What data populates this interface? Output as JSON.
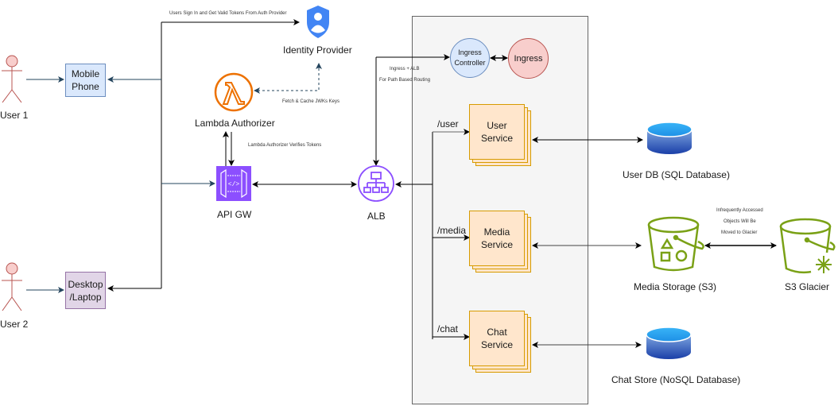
{
  "actors": [
    {
      "label": "User 1"
    },
    {
      "label": "User 2"
    }
  ],
  "devices": [
    {
      "label_line1": "Mobile",
      "label_line2": "Phone"
    },
    {
      "label_line1": "Desktop",
      "label_line2": "/Laptop"
    }
  ],
  "identity_provider": {
    "label": "Identity Provider"
  },
  "lambda_authorizer": {
    "label": "Lambda Authorizer"
  },
  "api_gateway": {
    "label": "API GW"
  },
  "alb": {
    "label": "ALB"
  },
  "ingress_controller": {
    "label_line1": "Ingress",
    "label_line2": "Controller"
  },
  "ingress": {
    "label": "Ingress"
  },
  "services": [
    {
      "route": "/user",
      "label_line1": "User",
      "label_line2": "Service"
    },
    {
      "route": "/media",
      "label_line1": "Media",
      "label_line2": "Service"
    },
    {
      "route": "/chat",
      "label_line1": "Chat",
      "label_line2": "Service"
    }
  ],
  "stores": {
    "user_db": "User DB (SQL Database)",
    "media_storage": "Media Storage (S3)",
    "glacier": "S3 Glacier",
    "chat_store": "Chat Store (NoSQL Database)"
  },
  "annotations": {
    "sign_in": "Users Sign In and Get Valid Tokens From Auth Provider",
    "jwks": "Fetch & Cache JWKs Keys",
    "verifies": "Lambda Authorizer Verifies Tokens",
    "ingress_alb_1": "Ingress + ALB",
    "ingress_alb_2": "For Path Based Routing",
    "glacier_1": "Infrequently Accessed",
    "glacier_2": "Objects Will Be",
    "glacier_3": "Moved to Glacier"
  },
  "colors": {
    "actor": "#b85450",
    "actor_fill": "#f8cecc",
    "mobile_fill": "#dae8fc",
    "mobile_stroke": "#6c8ebf",
    "desktop_fill": "#e1d5e7",
    "desktop_stroke": "#9673a6",
    "service_fill": "#ffe6cc",
    "service_stroke": "#d79b00",
    "lambda": "#ed7100",
    "api_gw": "#8c4fff",
    "s3": "#7aa116",
    "idp": "#4285f4",
    "cluster_fill": "#f5f5f5"
  }
}
